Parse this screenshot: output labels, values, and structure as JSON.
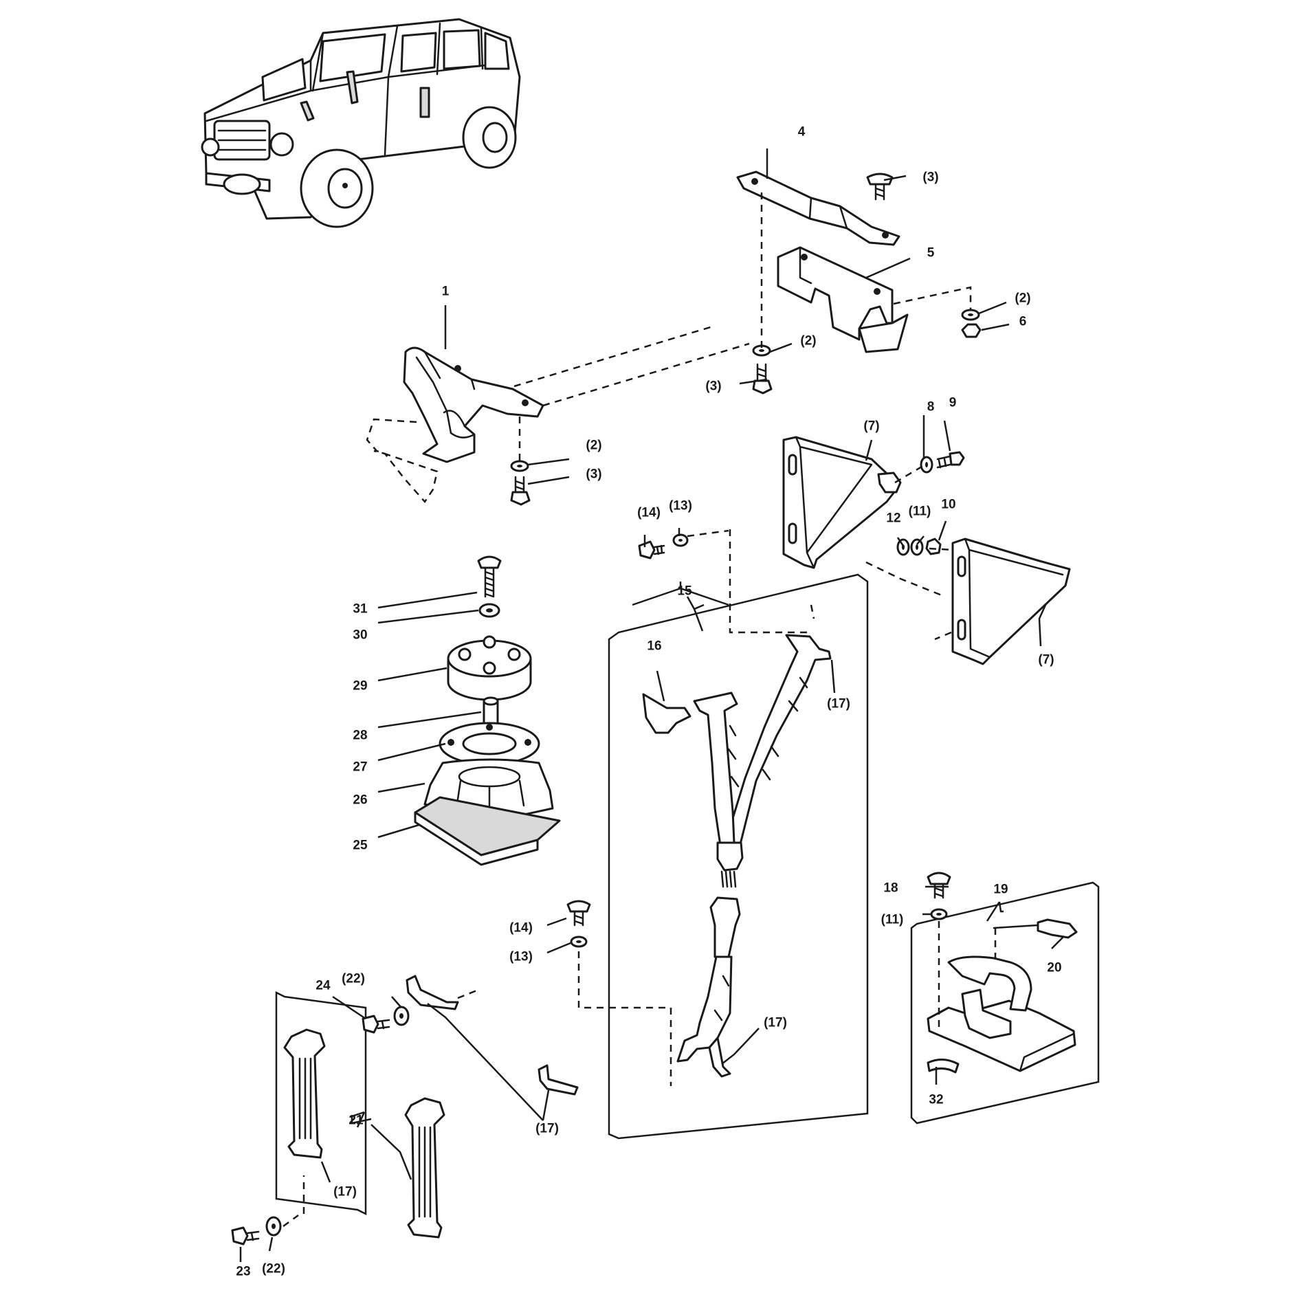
{
  "callouts": [
    {
      "id": "c1",
      "label": "1"
    },
    {
      "id": "c2a",
      "label": "(2)"
    },
    {
      "id": "c2b",
      "label": "(2)"
    },
    {
      "id": "c2c",
      "label": "(2)"
    },
    {
      "id": "c3a",
      "label": "(3)"
    },
    {
      "id": "c3b",
      "label": "(3)"
    },
    {
      "id": "c3c",
      "label": "(3)"
    },
    {
      "id": "c4",
      "label": "4"
    },
    {
      "id": "c5",
      "label": "5"
    },
    {
      "id": "c6",
      "label": "6"
    },
    {
      "id": "c7a",
      "label": "(7)"
    },
    {
      "id": "c7b",
      "label": "(7)"
    },
    {
      "id": "c8",
      "label": "8"
    },
    {
      "id": "c9",
      "label": "9"
    },
    {
      "id": "c10",
      "label": "10"
    },
    {
      "id": "c11a",
      "label": "(11)"
    },
    {
      "id": "c11b",
      "label": "(11)"
    },
    {
      "id": "c12",
      "label": "12"
    },
    {
      "id": "c13a",
      "label": "(13)"
    },
    {
      "id": "c13b",
      "label": "(13)"
    },
    {
      "id": "c14a",
      "label": "(14)"
    },
    {
      "id": "c14b",
      "label": "(14)"
    },
    {
      "id": "c15",
      "label": "15"
    },
    {
      "id": "c16",
      "label": "16"
    },
    {
      "id": "c17a",
      "label": "(17)"
    },
    {
      "id": "c17b",
      "label": "(17)"
    },
    {
      "id": "c17c",
      "label": "(17)"
    },
    {
      "id": "c17d",
      "label": "(17)"
    },
    {
      "id": "c18",
      "label": "18"
    },
    {
      "id": "c19",
      "label": "19"
    },
    {
      "id": "c20",
      "label": "20"
    },
    {
      "id": "c21",
      "label": "21"
    },
    {
      "id": "c22a",
      "label": "(22)"
    },
    {
      "id": "c22b",
      "label": "(22)"
    },
    {
      "id": "c23",
      "label": "23"
    },
    {
      "id": "c24",
      "label": "24"
    },
    {
      "id": "c25",
      "label": "25"
    },
    {
      "id": "c26",
      "label": "26"
    },
    {
      "id": "c27",
      "label": "27"
    },
    {
      "id": "c28",
      "label": "28"
    },
    {
      "id": "c29",
      "label": "29"
    },
    {
      "id": "c30",
      "label": "30"
    },
    {
      "id": "c31",
      "label": "31"
    },
    {
      "id": "c32",
      "label": "32"
    }
  ]
}
